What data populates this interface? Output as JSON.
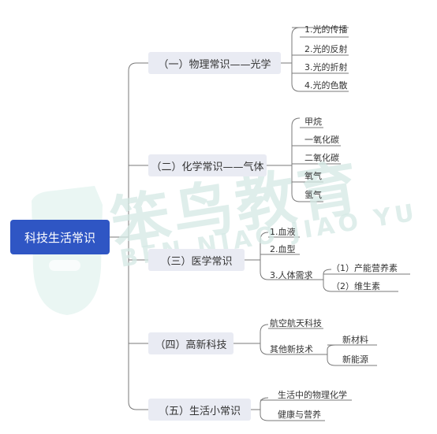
{
  "root": "科技生活常识",
  "categories": [
    {
      "label": "（一）物理常识——光学",
      "children": [
        "1.光的传播",
        "2.光的反射",
        "3.光的折射",
        "4.光的色散"
      ]
    },
    {
      "label": "（二）化学常识——气体",
      "children": [
        "甲烷",
        "一氧化碳",
        "二氧化碳",
        "氧气",
        "氢气"
      ]
    },
    {
      "label": "（三）医学常识",
      "children": [
        "1.血液",
        "2.血型",
        "3.人体需求"
      ],
      "sub": [
        "（1）产能营养素",
        "（2）维生素"
      ]
    },
    {
      "label": "（四）高新科技",
      "children": [
        "航空航天科技",
        "其他新技术"
      ],
      "sub": [
        "新材料",
        "新能源"
      ]
    },
    {
      "label": "（五）生活小常识",
      "children": [
        "生活中的物理化学",
        "健康与营养"
      ]
    }
  ],
  "watermark": {
    "text": "笨鸟教育",
    "subtext": "BEN NIAO JIAO YU"
  },
  "colors": {
    "root": "#2f56c4",
    "category": "#e9ebf3",
    "line": "#7a7a7a",
    "watermark": "#cfe9e4"
  }
}
